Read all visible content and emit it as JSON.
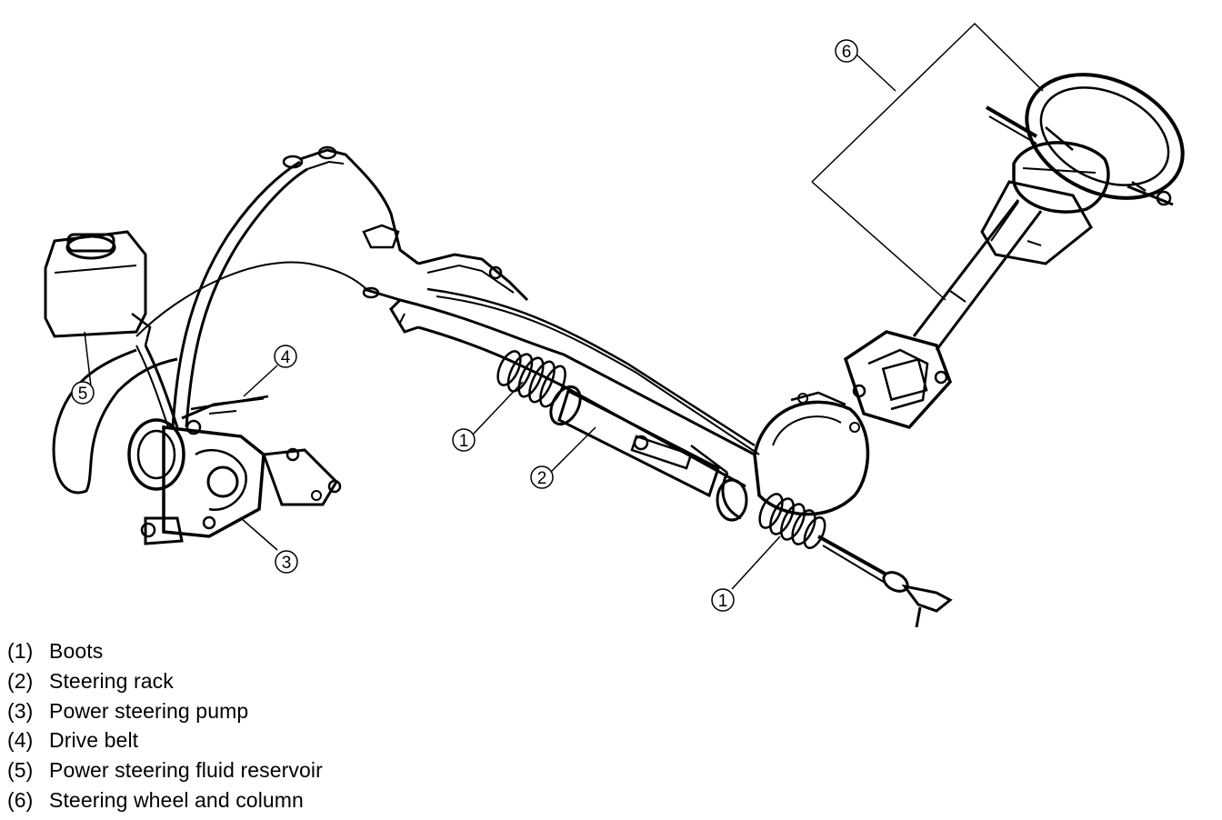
{
  "callouts": {
    "boots_a": "1",
    "boots_b": "1",
    "rack": "2",
    "pump": "3",
    "belt": "4",
    "reservoir": "5",
    "wheel": "6"
  },
  "legend": [
    {
      "num": "(1)",
      "label": "Boots"
    },
    {
      "num": "(2)",
      "label": "Steering rack"
    },
    {
      "num": "(3)",
      "label": "Power steering pump"
    },
    {
      "num": "(4)",
      "label": "Drive belt"
    },
    {
      "num": "(5)",
      "label": "Power steering fluid reservoir"
    },
    {
      "num": "(6)",
      "label": "Steering wheel and column"
    }
  ]
}
